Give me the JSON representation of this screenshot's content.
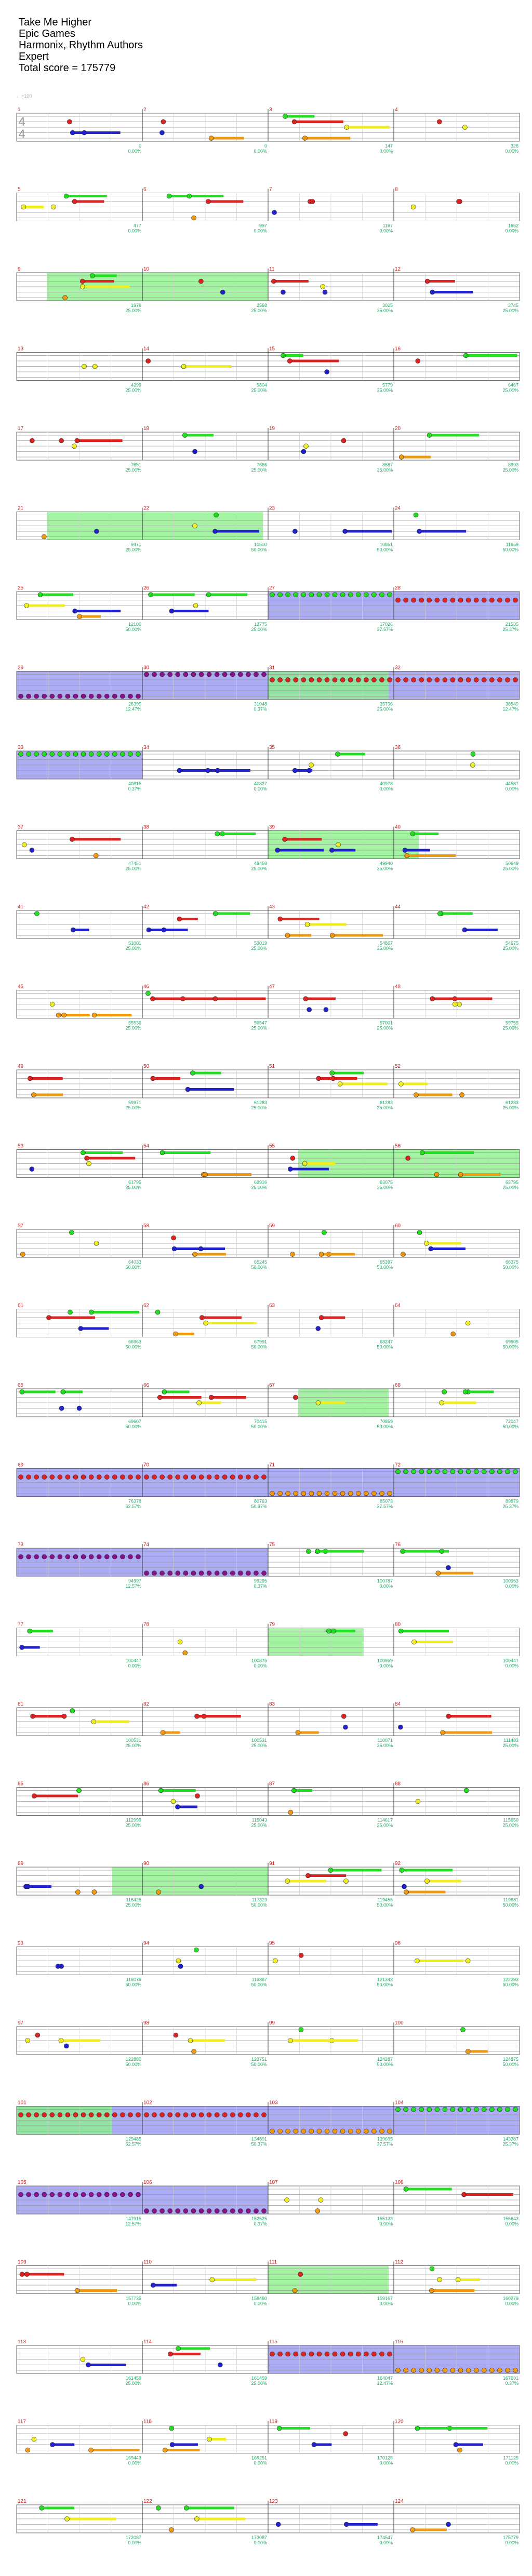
{
  "song": {
    "title": "Take Me Higher",
    "artist": "Epic Games",
    "charter": "Harmonix, Rhythm Authors",
    "difficulty": "Expert",
    "total_score_label": "Total score = 175779"
  },
  "time_signature": {
    "top": "4",
    "bottom": "4"
  },
  "tempo_label": "♩=100",
  "colors": {
    "green": "#22dd22",
    "red": "#dd2222",
    "yellow": "#eeee22",
    "blue": "#2222cc",
    "orange": "#ee9911",
    "purple": "#881188",
    "overdrive": "#8cf08c",
    "solo": "#9090f0",
    "score": "#22aa66",
    "measure_number": "#cc2222"
  },
  "rows": [
    {
      "measures": [
        1,
        2,
        3,
        4
      ],
      "scores": [
        "0",
        "0",
        "147",
        "326"
      ],
      "percents": [
        "0.00%",
        "0.00%",
        "0.00%",
        "0.00%"
      ],
      "od": [],
      "solo": []
    },
    {
      "measures": [
        5,
        6,
        7,
        8
      ],
      "scores": [
        "477",
        "997",
        "1197",
        "1662"
      ],
      "percents": [
        "0.00%",
        "0.00%",
        "0.00%",
        "0.00%"
      ],
      "od": [],
      "solo": []
    },
    {
      "measures": [
        9,
        10,
        11,
        12
      ],
      "scores": [
        "1976",
        "2568",
        "3025",
        "3745"
      ],
      "percents": [
        "25.00%",
        "25.00%",
        "25.00%",
        "25.00%"
      ],
      "od": [
        [
          0.06,
          0.5
        ]
      ],
      "solo": []
    },
    {
      "measures": [
        13,
        14,
        15,
        16
      ],
      "scores": [
        "4299",
        "5804",
        "5779",
        "6467"
      ],
      "percents": [
        "25.00%",
        "25.00%",
        "25.00%",
        "25.00%"
      ],
      "od": [],
      "solo": []
    },
    {
      "measures": [
        17,
        18,
        19,
        20
      ],
      "scores": [
        "7651",
        "7666",
        "8587",
        "8993"
      ],
      "percents": [
        "25.00%",
        "25.00%",
        "25.00%",
        "25.00%"
      ],
      "od": [],
      "solo": []
    },
    {
      "measures": [
        21,
        22,
        23,
        24
      ],
      "scores": [
        "9471",
        "10500",
        "10851",
        "11659"
      ],
      "percents": [
        "25.00%",
        "50.00%",
        "50.00%",
        "50.00%"
      ],
      "od": [
        [
          0.06,
          0.49
        ]
      ],
      "solo": []
    },
    {
      "measures": [
        25,
        26,
        27,
        28
      ],
      "scores": [
        "12100",
        "12775",
        "17026",
        "21535"
      ],
      "percents": [
        "50.00%",
        "25.00%",
        "37.57%",
        "25.37%"
      ],
      "od": [],
      "solo": [
        [
          0.5,
          1.0
        ]
      ]
    },
    {
      "measures": [
        29,
        30,
        31,
        32
      ],
      "scores": [
        "26395",
        "31048",
        "35796",
        "38549"
      ],
      "percents": [
        "12.47%",
        "0.37%",
        "25.00%",
        "12.47%"
      ],
      "od": [
        [
          0.5,
          0.74
        ]
      ],
      "solo": [
        [
          0.0,
          1.0
        ]
      ]
    },
    {
      "measures": [
        33,
        34,
        35,
        36
      ],
      "scores": [
        "40815",
        "40827",
        "40978",
        "44587"
      ],
      "percents": [
        "0.37%",
        "0.00%",
        "0.00%",
        "0.00%"
      ],
      "od": [],
      "solo": [
        [
          0.0,
          0.25
        ]
      ]
    },
    {
      "measures": [
        37,
        38,
        39,
        40
      ],
      "scores": [
        "47451",
        "49459",
        "49940",
        "50649"
      ],
      "percents": [
        "25.00%",
        "25.00%",
        "25.00%",
        "25.00%"
      ],
      "od": [
        [
          0.5,
          0.8
        ]
      ],
      "solo": []
    },
    {
      "measures": [
        41,
        42,
        43,
        44
      ],
      "scores": [
        "51001",
        "53019",
        "54867",
        "54675"
      ],
      "percents": [
        "25.00%",
        "25.00%",
        "25.00%",
        "25.00%"
      ],
      "od": [],
      "solo": []
    },
    {
      "measures": [
        45,
        46,
        47,
        48
      ],
      "scores": [
        "55536",
        "56547",
        "57001",
        "59755"
      ],
      "percents": [
        "25.00%",
        "25.00%",
        "25.00%",
        "25.00%"
      ],
      "od": [],
      "solo": []
    },
    {
      "measures": [
        49,
        50,
        51,
        52
      ],
      "scores": [
        "59971",
        "61283",
        "61283",
        "61283"
      ],
      "percents": [
        "25.00%",
        "25.00%",
        "25.00%",
        "25.00%"
      ],
      "od": [],
      "solo": []
    },
    {
      "measures": [
        53,
        54,
        55,
        56
      ],
      "scores": [
        "61795",
        "62916",
        "63075",
        "63795"
      ],
      "percents": [
        "25.00%",
        "25.00%",
        "25.00%",
        "25.00%"
      ],
      "od": [
        [
          0.56,
          1.0
        ]
      ],
      "solo": []
    },
    {
      "measures": [
        57,
        58,
        59,
        60
      ],
      "scores": [
        "64033",
        "65245",
        "65397",
        "66375"
      ],
      "percents": [
        "50.00%",
        "50.00%",
        "50.00%",
        "50.00%"
      ],
      "od": [],
      "solo": []
    },
    {
      "measures": [
        61,
        62,
        63,
        64
      ],
      "scores": [
        "66963",
        "67991",
        "68247",
        "69905"
      ],
      "percents": [
        "50.00%",
        "50.00%",
        "50.00%",
        "50.00%"
      ],
      "od": [],
      "solo": []
    },
    {
      "measures": [
        65,
        66,
        67,
        68
      ],
      "scores": [
        "69607",
        "70415",
        "70859",
        "72047"
      ],
      "percents": [
        "50.00%",
        "50.00%",
        "50.00%",
        "50.00%"
      ],
      "od": [
        [
          0.56,
          0.74
        ]
      ],
      "solo": []
    },
    {
      "measures": [
        69,
        70,
        71,
        72
      ],
      "scores": [
        "76378",
        "80763",
        "85073",
        "89879"
      ],
      "percents": [
        "62.57%",
        "50.37%",
        "37.57%",
        "25.37%"
      ],
      "od": [],
      "solo": [
        [
          0.0,
          1.0
        ]
      ]
    },
    {
      "measures": [
        73,
        74,
        75,
        76
      ],
      "scores": [
        "94997",
        "99295",
        "100787",
        "100953"
      ],
      "percents": [
        "12.57%",
        "0.37%",
        "0.00%",
        "0.00%"
      ],
      "od": [],
      "solo": [
        [
          0.0,
          0.5
        ]
      ]
    },
    {
      "measures": [
        77,
        78,
        79,
        80
      ],
      "scores": [
        "100447",
        "100875",
        "100959",
        "100447"
      ],
      "percents": [
        "0.00%",
        "0.00%",
        "0.00%",
        "0.00%"
      ],
      "od": [
        [
          0.5,
          0.69
        ]
      ],
      "solo": []
    },
    {
      "measures": [
        81,
        82,
        83,
        84
      ],
      "scores": [
        "100531",
        "100531",
        "110071",
        "111483"
      ],
      "percents": [
        "25.00%",
        "25.00%",
        "25.00%",
        "25.00%"
      ],
      "od": [],
      "solo": []
    },
    {
      "measures": [
        85,
        86,
        87,
        88
      ],
      "scores": [
        "112999",
        "115043",
        "114617",
        "115650"
      ],
      "percents": [
        "25.00%",
        "25.00%",
        "25.00%",
        "25.00%"
      ],
      "od": [],
      "solo": []
    },
    {
      "measures": [
        89,
        90,
        91,
        92
      ],
      "scores": [
        "116425",
        "117329",
        "119455",
        "119681"
      ],
      "percents": [
        "25.00%",
        "50.00%",
        "50.00%",
        "50.00%"
      ],
      "od": [
        [
          0.19,
          0.5
        ]
      ],
      "solo": []
    },
    {
      "measures": [
        93,
        94,
        95,
        96
      ],
      "scores": [
        "118079",
        "119387",
        "121343",
        "122293"
      ],
      "percents": [
        "50.00%",
        "50.00%",
        "50.00%",
        "50.00%"
      ],
      "od": [],
      "solo": []
    },
    {
      "measures": [
        97,
        98,
        99,
        100
      ],
      "scores": [
        "122880",
        "123751",
        "124287",
        "124875"
      ],
      "percents": [
        "50.00%",
        "50.00%",
        "50.00%",
        "50.00%"
      ],
      "od": [],
      "solo": []
    },
    {
      "measures": [
        101,
        102,
        103,
        104
      ],
      "scores": [
        "129485",
        "134891",
        "139695",
        "143387"
      ],
      "percents": [
        "62.57%",
        "50.37%",
        "37.57%",
        "25.37%"
      ],
      "od": [
        [
          0.0,
          0.19
        ]
      ],
      "solo": [
        [
          0.0,
          1.0
        ]
      ]
    },
    {
      "measures": [
        105,
        106,
        107,
        108
      ],
      "scores": [
        "147915",
        "152525",
        "155133",
        "156643"
      ],
      "percents": [
        "12.57%",
        "0.37%",
        "0.00%",
        "0.00%"
      ],
      "od": [],
      "solo": [
        [
          0.0,
          0.5
        ]
      ]
    },
    {
      "measures": [
        109,
        110,
        111,
        112
      ],
      "scores": [
        "157735",
        "158480",
        "159167",
        "160279"
      ],
      "percents": [
        "0.00%",
        "0.00%",
        "0.00%",
        "0.00%"
      ],
      "od": [
        [
          0.5,
          0.74
        ]
      ],
      "solo": []
    },
    {
      "measures": [
        113,
        114,
        115,
        116
      ],
      "scores": [
        "161459",
        "161459",
        "164047",
        "167691"
      ],
      "percents": [
        "25.00%",
        "25.00%",
        "12.47%",
        "0.37%"
      ],
      "od": [],
      "solo": [
        [
          0.5,
          1.0
        ]
      ]
    },
    {
      "measures": [
        117,
        118,
        119,
        120
      ],
      "scores": [
        "169443",
        "169251",
        "170125",
        "171125"
      ],
      "percents": [
        "0.00%",
        "0.00%",
        "0.00%",
        "0.00%"
      ],
      "od": [],
      "solo": []
    },
    {
      "measures": [
        121,
        122,
        123,
        124
      ],
      "scores": [
        "172087",
        "173087",
        "174547",
        "175779"
      ],
      "percents": [
        "0.00%",
        "0.00%",
        "0.00%",
        "0.00%"
      ],
      "od": [],
      "solo": []
    }
  ]
}
